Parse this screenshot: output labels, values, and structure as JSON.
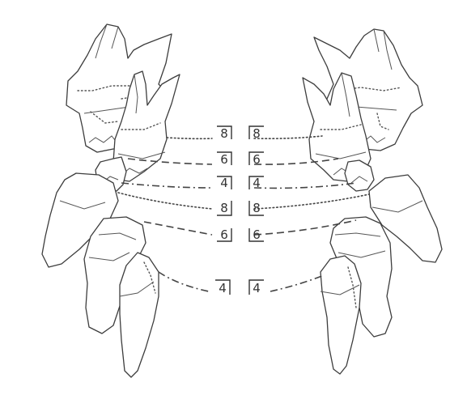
{
  "labels": {
    "upper_left": [
      "8",
      "6",
      "4"
    ],
    "upper_right": [
      "8",
      "6",
      "4"
    ],
    "lower_left": [
      "8",
      "6",
      "4"
    ],
    "lower_right": [
      "8",
      "6",
      "4"
    ]
  },
  "colors": {
    "line": "#3d3d3d",
    "paper": "#ffffff"
  }
}
